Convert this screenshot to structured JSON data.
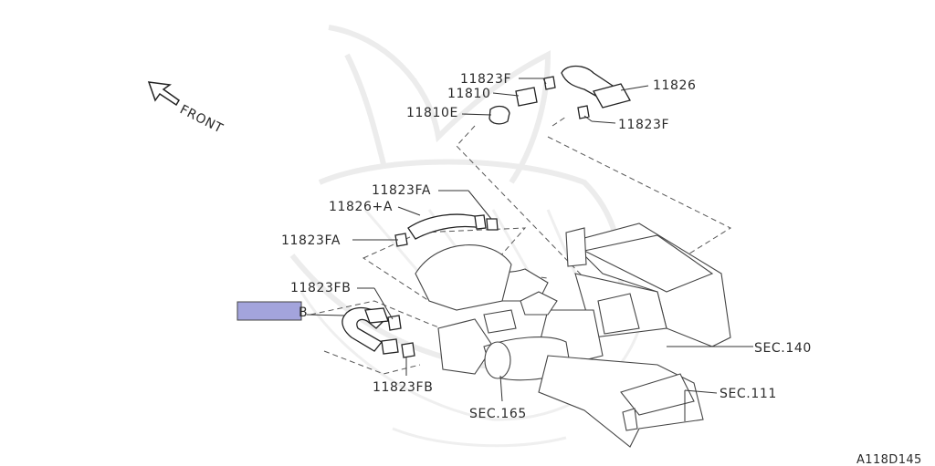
{
  "diagram": {
    "front_label": "FRONT",
    "labels": {
      "p11823f_top": "11823F",
      "p11810": "11810",
      "p11810e": "11810E",
      "p11826": "11826",
      "p11823f_right": "11823F",
      "p11823fa_top": "11823FA",
      "p11826a": "11826+A",
      "p11823fa_left": "11823FA",
      "p11823fb_top": "11823FB",
      "p_hidden_suffix": "B",
      "p11823fb_bottom": "11823FB",
      "sec165": "SEC.165",
      "sec140": "SEC.140",
      "sec111": "SEC.111"
    },
    "highlight_color": "#a3a4dc",
    "image_code": "A118D145"
  }
}
